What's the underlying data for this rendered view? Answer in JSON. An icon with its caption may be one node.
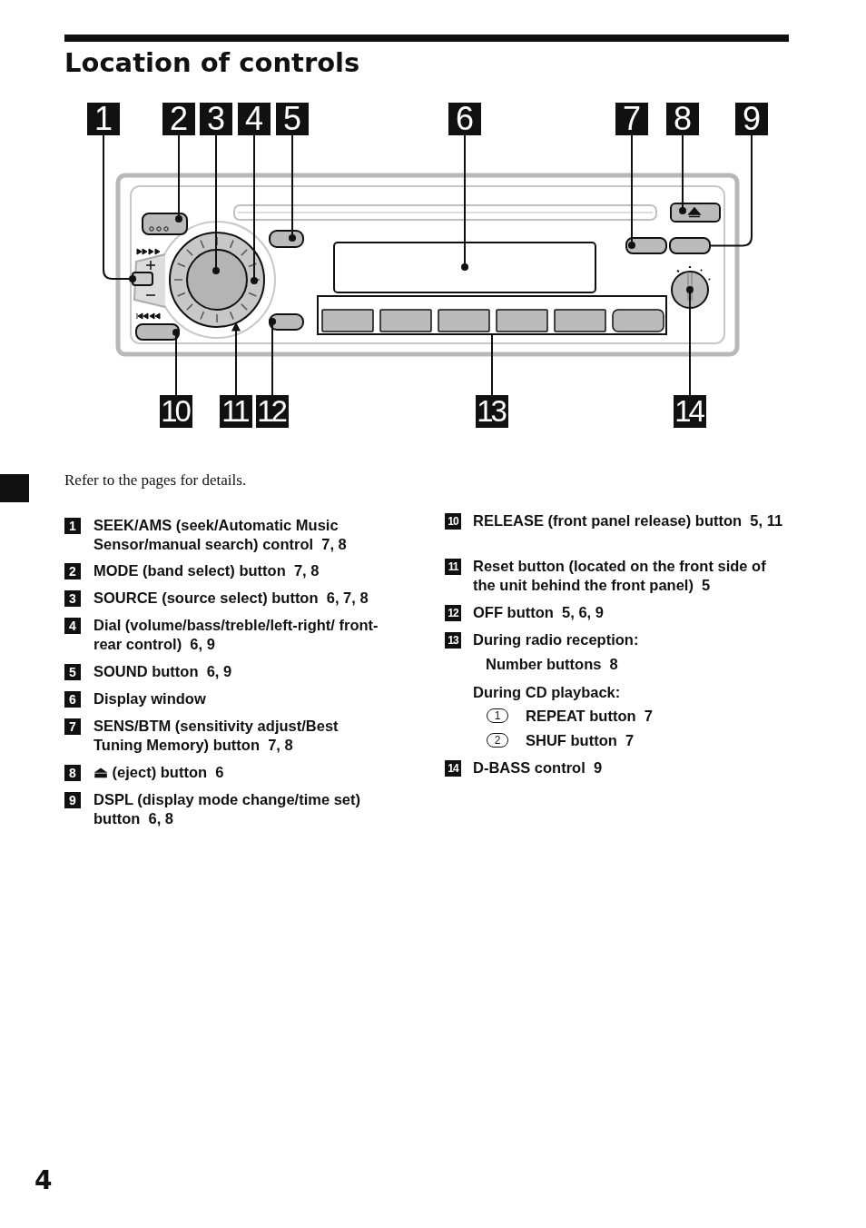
{
  "diagram": {
    "title": "Location of controls",
    "nodes": [
      {
        "text": [
          "1"
        ]
      },
      {
        "text": [
          "2"
        ]
      },
      {
        "text": [
          "3"
        ]
      },
      {
        "text": [
          "4"
        ]
      },
      {
        "text": [
          "5"
        ]
      },
      {
        "text": [
          "6"
        ]
      },
      {
        "text": [
          "7"
        ]
      },
      {
        "text": [
          "8"
        ]
      },
      {
        "text": [
          "9"
        ]
      },
      {
        "text": [
          "10"
        ]
      },
      {
        "text": [
          "11"
        ]
      },
      {
        "text": [
          "12"
        ]
      },
      {
        "text": [
          "13"
        ]
      },
      {
        "text": [
          "14"
        ]
      },
      {
        "text": [],
        "shape": "box"
      },
      {
        "text": [],
        "shape": "box"
      },
      {
        "text": [],
        "shape": "circle"
      },
      {
        "text": [],
        "shape": "circle",
        "in": 16
      },
      {
        "text": [],
        "shape": "box"
      },
      {
        "text": [],
        "shape": "box"
      },
      {
        "text": [],
        "shape": "box"
      },
      {
        "text": [],
        "shape": "box"
      },
      {
        "text": [],
        "shape": "box"
      },
      {
        "text": [],
        "shape": "box"
      },
      {
        "text": [],
        "shape": "box"
      },
      {
        "text": [],
        "shape": "box"
      },
      {
        "text": [],
        "shape": "circle"
      }
    ],
    "edges": [
      {
        "from": 0,
        "to": 14,
        "arrow": "other"
      },
      {
        "from": 1,
        "to": 15,
        "arrow": "other"
      },
      {
        "from": 2,
        "to": 17,
        "arrow": "other"
      },
      {
        "from": 3,
        "to": 16,
        "arrow": "other"
      },
      {
        "from": 4,
        "to": 18,
        "arrow": "other"
      },
      {
        "from": 5,
        "to": 19,
        "arrow": "other"
      },
      {
        "from": 6,
        "to": 20,
        "arrow": "other"
      },
      {
        "from": 7,
        "to": 21,
        "arrow": "other"
      },
      {
        "from": 8,
        "to": 22,
        "arrow": "none"
      },
      {
        "from": 9,
        "to": 23,
        "arrow": "other"
      },
      {
        "from": 10,
        "to": 16,
        "arrow": "to"
      },
      {
        "from": 11,
        "to": 24,
        "arrow": "other"
      },
      {
        "from": 12,
        "to": 25,
        "arrow": "none"
      },
      {
        "from": 13,
        "to": 26,
        "arrow": "other"
      }
    ],
    "labels": [
      "Refer to the pages for details.",
      "1",
      "SEEK/AMS (seek/Automatic Music Sensor/manual search) control  7, 8",
      "2",
      "MODE (band select) button  7, 8",
      "3",
      "SOURCE (source select) button  6, 7, 8",
      "4",
      "Dial (volume/bass/treble/left-right/ front-rear control)  6, 9",
      "5",
      "SOUND button  6, 9",
      "6",
      "Display window",
      "7",
      "SENS/BTM (sensitivity adjust/Best Tuning Memory) button  7, 8",
      "8",
      "⏏ (eject) button  6",
      "9",
      "DSPL (display mode change/time set) button  6, 8",
      "10",
      "RELEASE (front panel release) button  5, 11",
      "11",
      "Reset button (located on the front side of the unit behind the front panel)  5",
      "12",
      "OFF button  5, 6, 9",
      "13",
      "During radio reception:",
      "Number buttons  8",
      "During CD playback:",
      "1",
      "REPEAT button  7",
      "2",
      "SHUF button  7",
      "14",
      "D-BASS control  9",
      "4"
    ]
  }
}
